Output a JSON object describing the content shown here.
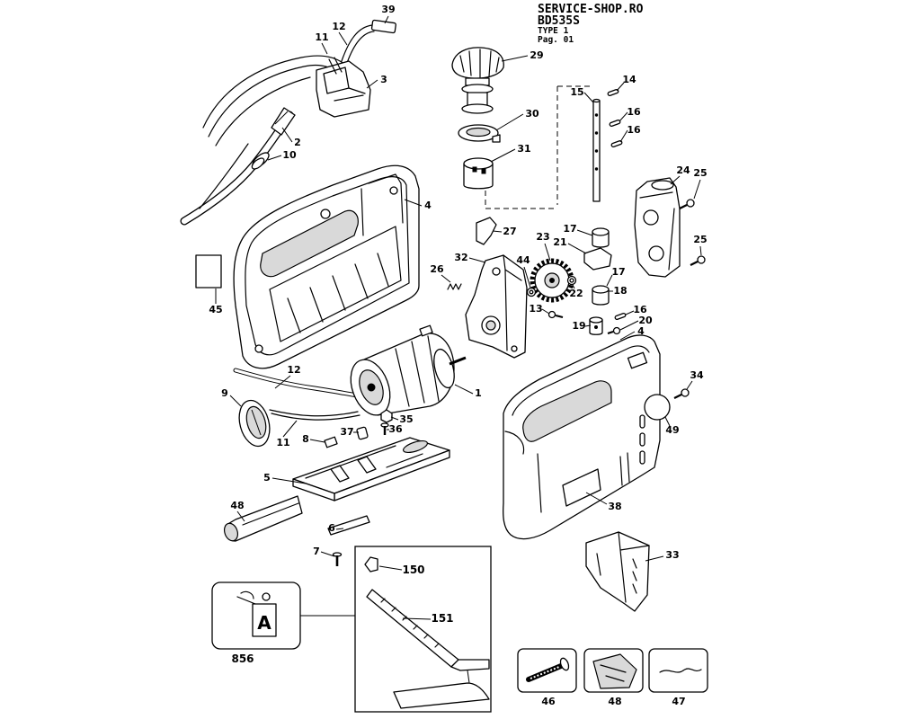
{
  "header": {
    "site": "SERVICE-SHOP.RO",
    "model": "BD535S",
    "type": "TYPE 1",
    "page": "Pag. 01"
  },
  "callouts": [
    "39",
    "12",
    "11",
    "3",
    "2",
    "10",
    "4",
    "45",
    "12",
    "9",
    "11",
    "29",
    "30",
    "31",
    "15",
    "14",
    "16",
    "16",
    "24",
    "25",
    "27",
    "17",
    "23",
    "21",
    "25",
    "32",
    "44",
    "26",
    "17",
    "22",
    "18",
    "13",
    "16",
    "20",
    "19",
    "4",
    "34",
    "1",
    "49",
    "35",
    "36",
    "37",
    "8",
    "5",
    "38",
    "48",
    "6",
    "7",
    "33",
    "150",
    "151",
    "856",
    "46",
    "48",
    "47"
  ],
  "kit_tag_letter": "A"
}
